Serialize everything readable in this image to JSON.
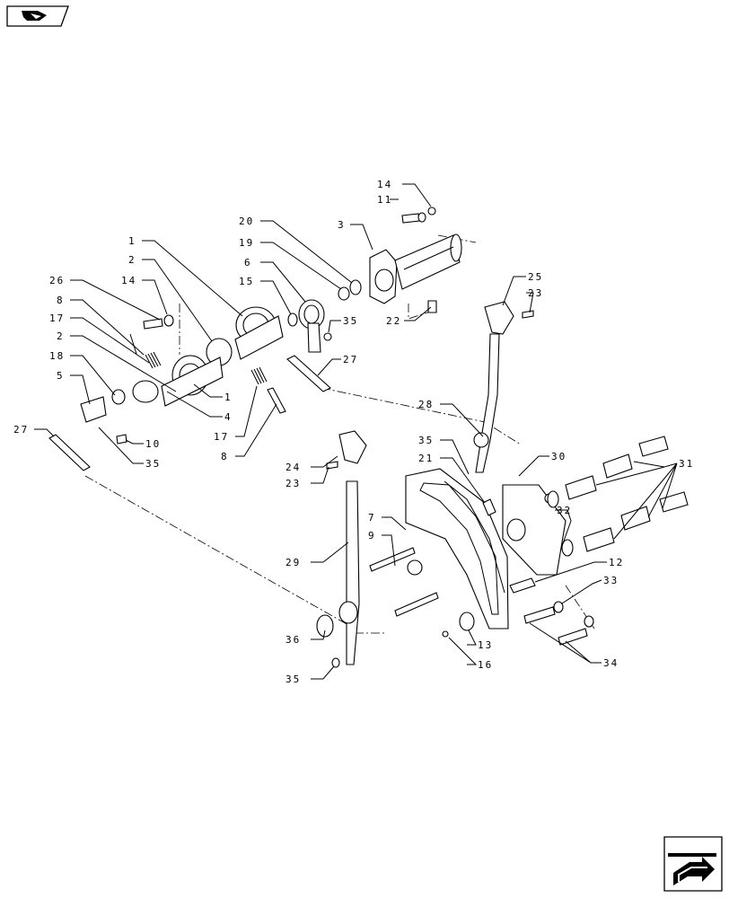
{
  "callouts": [
    "1",
    "2",
    "3",
    "4",
    "5",
    "6",
    "7",
    "8",
    "9",
    "10",
    "11",
    "12",
    "13",
    "14",
    "15",
    "16",
    "17",
    "18",
    "19",
    "20",
    "21",
    "22",
    "23",
    "24",
    "25",
    "26",
    "27",
    "28",
    "29",
    "30",
    "31",
    "32",
    "33",
    "34",
    "35",
    "36"
  ],
  "navigation": {
    "back_icon": "arrow-back-icon",
    "next_icon": "arrow-next-icon"
  }
}
